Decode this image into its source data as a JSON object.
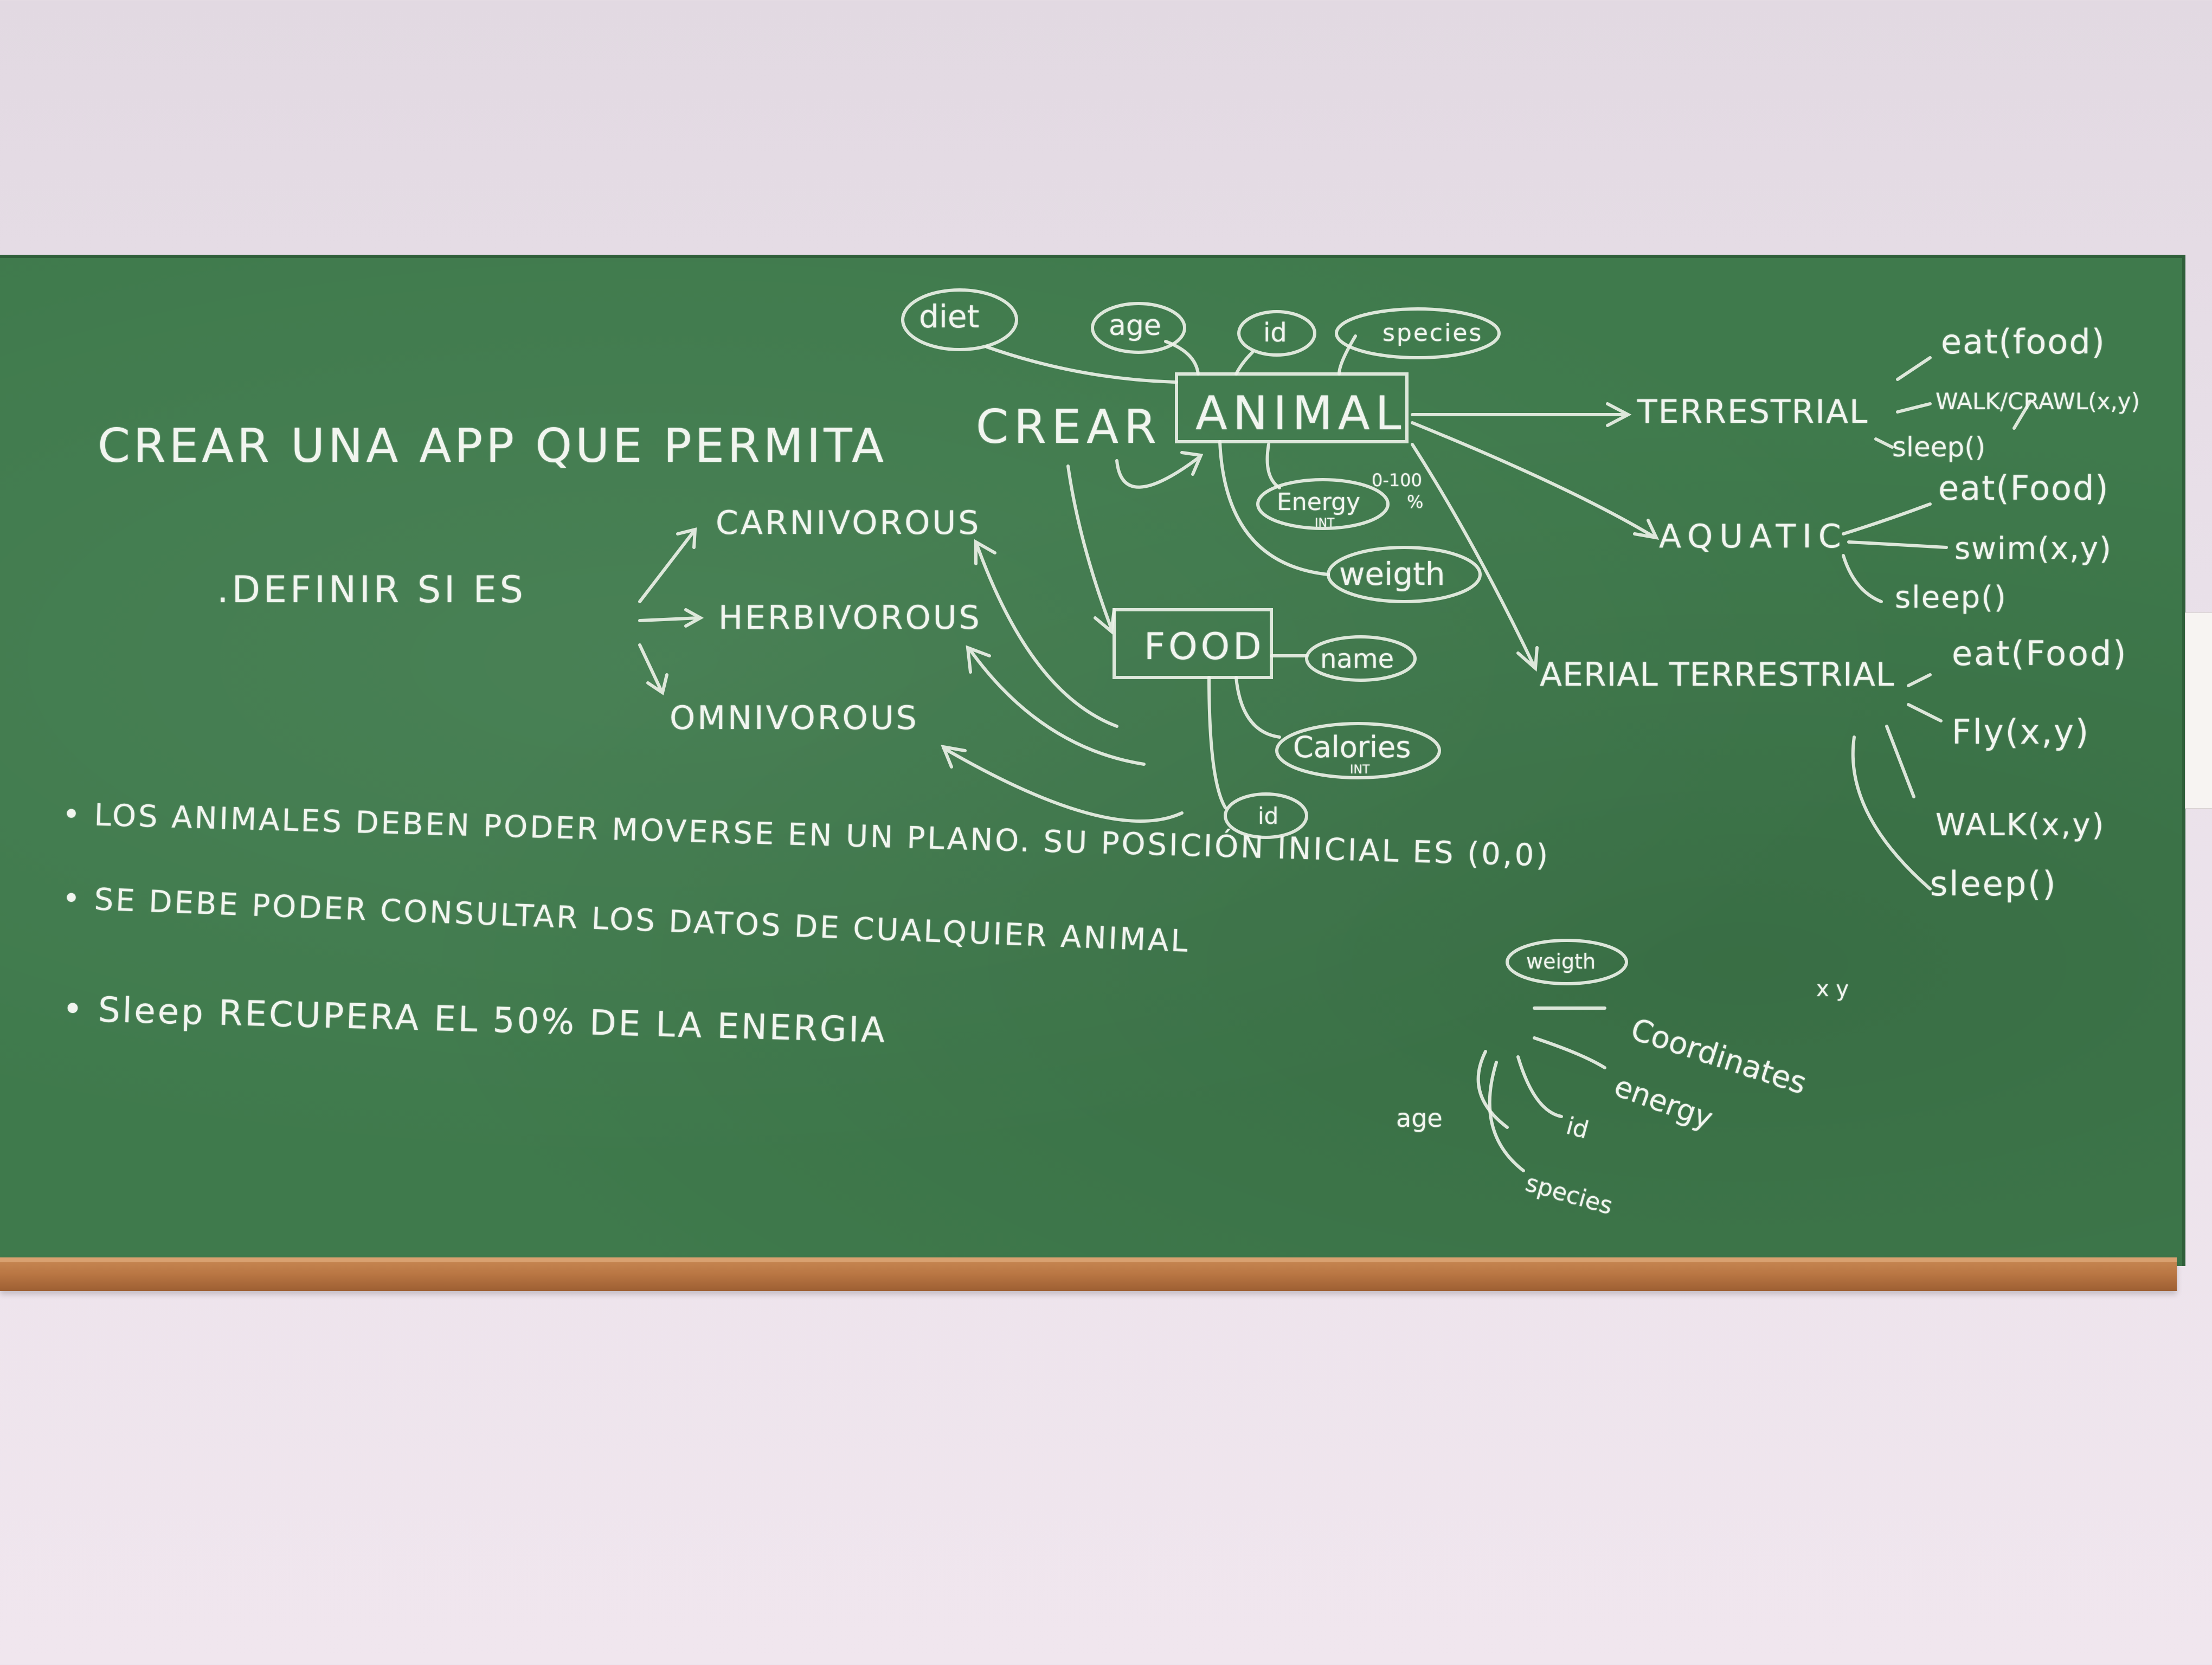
{
  "board": {
    "title_line": "CREAR UNA APP QUE PERMITA",
    "crear": "CREAR",
    "animal": "ANIMAL",
    "attrs": {
      "diet": "diet",
      "age": "age",
      "id": "id",
      "species": "species",
      "energy": "Energy",
      "energy_type": "INT",
      "energy_range": "0-100",
      "energy_pct": "%",
      "weigth": "weigth"
    },
    "definir": ".DEFINIR SI ES",
    "diets": [
      "CARNIVOROUS",
      "HERBIVOROUS",
      "OMNIVOROUS"
    ],
    "food": {
      "label": "FOOD",
      "name": "name",
      "calories": "Calories",
      "calories_type": "INT",
      "id": "id"
    },
    "types": {
      "terrestrial": "TERRESTRIAL",
      "aquatic": "AQUATIC",
      "aerial": "AERIAL TERRESTRIAL"
    },
    "methods": {
      "terrestrial": [
        "eat(food)",
        "WALK/CRAWL(x,y)",
        "sleep()"
      ],
      "aquatic": [
        "eat(Food)",
        "swim(x,y)",
        "sleep()"
      ],
      "aerial": [
        "eat(Food)",
        "Fly(x,y)",
        "WALK(x,y)",
        "sleep()"
      ]
    },
    "bullets": [
      "• LOS ANIMALES DEBEN PODER MOVERSE EN UN PLANO. SU POSICIÓN INICIAL ES (0,0)",
      "• SE DEBE PODER CONSULTAR LOS DATOS DE CUALQUIER ANIMAL",
      "• Sleep RECUPERA EL 50% DE LA ENERGIA"
    ],
    "xy": "x   y",
    "query": {
      "weigth": "weigth",
      "coordinates": "Coordinates",
      "energy": "energy",
      "id": "id",
      "age": "age",
      "species": "species"
    }
  },
  "colors": {
    "board": "#3f7a4c",
    "chalk": "#f1f5ef",
    "wall": "#e8dfe8",
    "tray": "#b97643"
  }
}
